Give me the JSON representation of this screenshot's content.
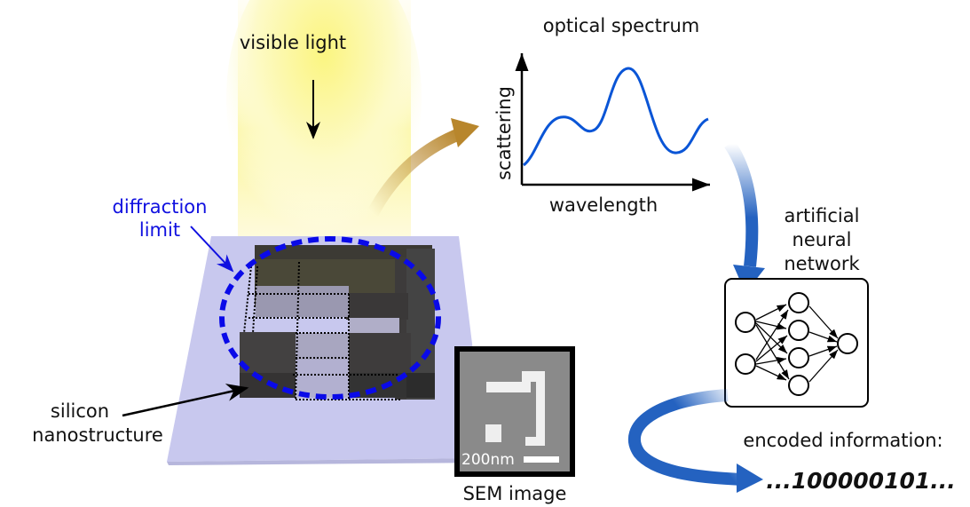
{
  "labels": {
    "visible_light": "visible light",
    "diffraction_limit_line1": "diffraction",
    "diffraction_limit_line2": "limit",
    "silicon_line1": "silicon",
    "silicon_line2": "nanostructure",
    "sem_image": "SEM image",
    "scale_bar": "200nm",
    "spectrum_title": "optical spectrum",
    "y_axis": "scattering",
    "x_axis": "wavelength",
    "ann_line1": "artificial",
    "ann_line2": "neural",
    "ann_line3": "network",
    "encoded_label": "encoded information:",
    "encoded_value": "...100000101..."
  },
  "colors": {
    "spectrum_curve": "#0a55d6",
    "diffraction": "#0a0ae8",
    "arrow_blue": "#2462c0",
    "arrow_gold": "#b8862c",
    "substrate": "#c8c8ee"
  }
}
